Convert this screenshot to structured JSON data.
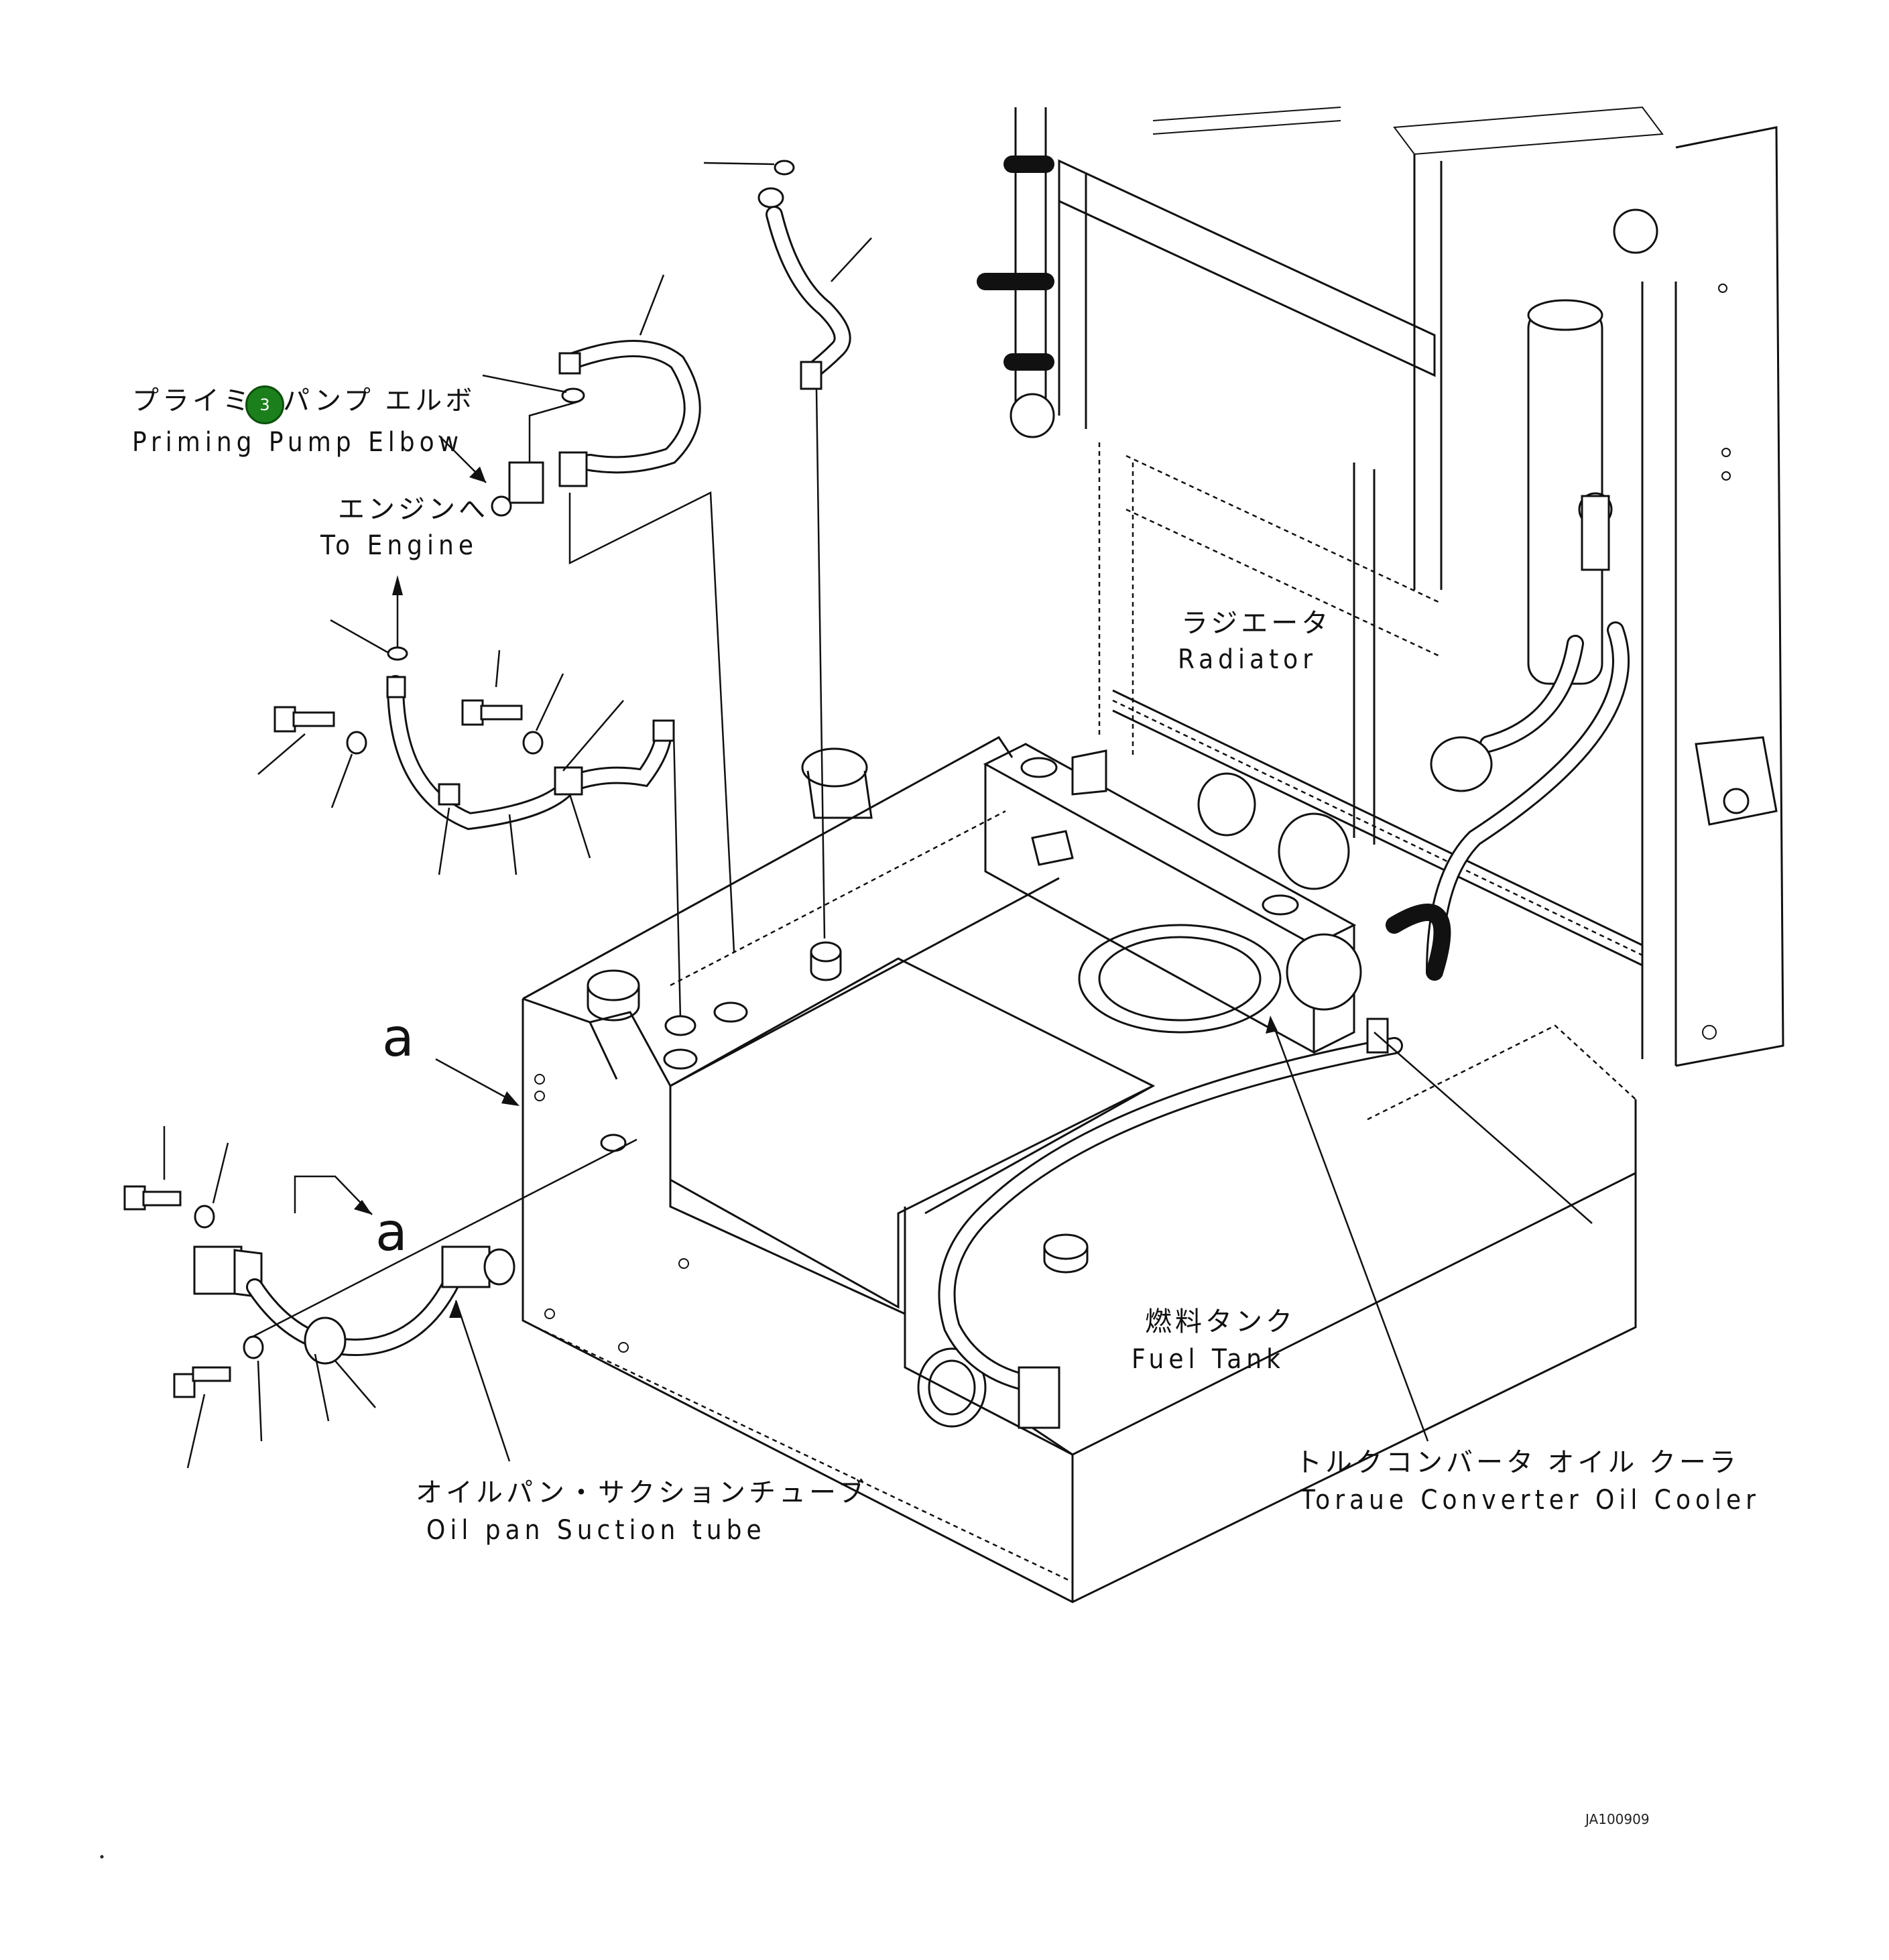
{
  "labels": {
    "priming_pump_elbow_jp": "プライミンパンプ エルボ",
    "priming_pump_elbow_en": "Priming Pump Elbow",
    "to_engine_jp": "エンジンへ",
    "to_engine_en": "To Engine",
    "radiator_jp": "ラジエータ",
    "radiator_en": "Radiator",
    "fuel_tank_jp": "燃料タンク",
    "fuel_tank_en": "Fuel Tank",
    "torque_converter_jp": "トルクコンバータ オイル クーラ",
    "torque_converter_en": "Toraue Converter Oil Cooler",
    "oil_pan_jp": "オイルパン・サクションチューブ",
    "oil_pan_en": "Oil pan Suction tube",
    "view_marker_top": "a",
    "view_marker_bottom": "a"
  },
  "callout": {
    "number": "3",
    "color": "#1b7f1b"
  },
  "drawing_code": "JA100909"
}
